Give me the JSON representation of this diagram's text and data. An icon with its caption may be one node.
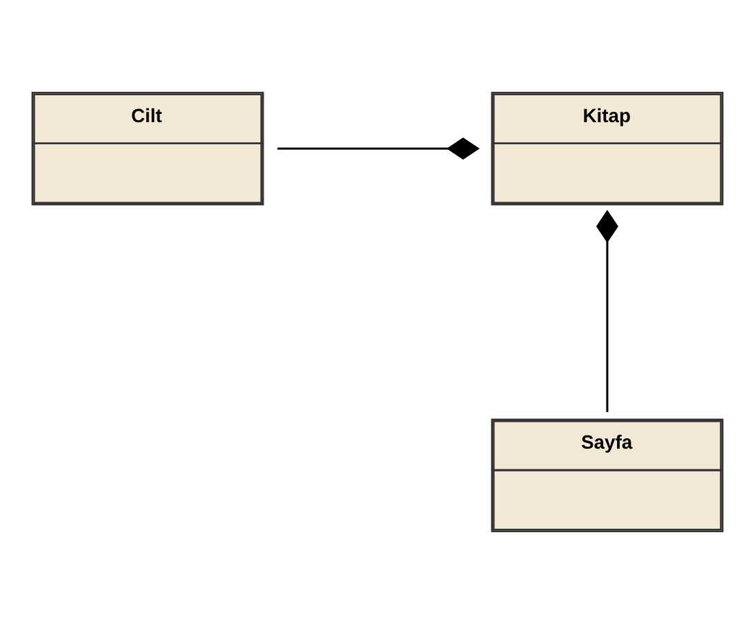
{
  "diagram": {
    "nodes": [
      {
        "text": [
          "Kitap"
        ]
      },
      {
        "text": [
          "Cilt"
        ]
      },
      {
        "text": [
          "Sayfa"
        ]
      }
    ],
    "edges": [
      {
        "from": 1,
        "to": 0,
        "arrow": "other"
      },
      {
        "from": 2,
        "to": 0,
        "arrow": "other"
      }
    ]
  }
}
